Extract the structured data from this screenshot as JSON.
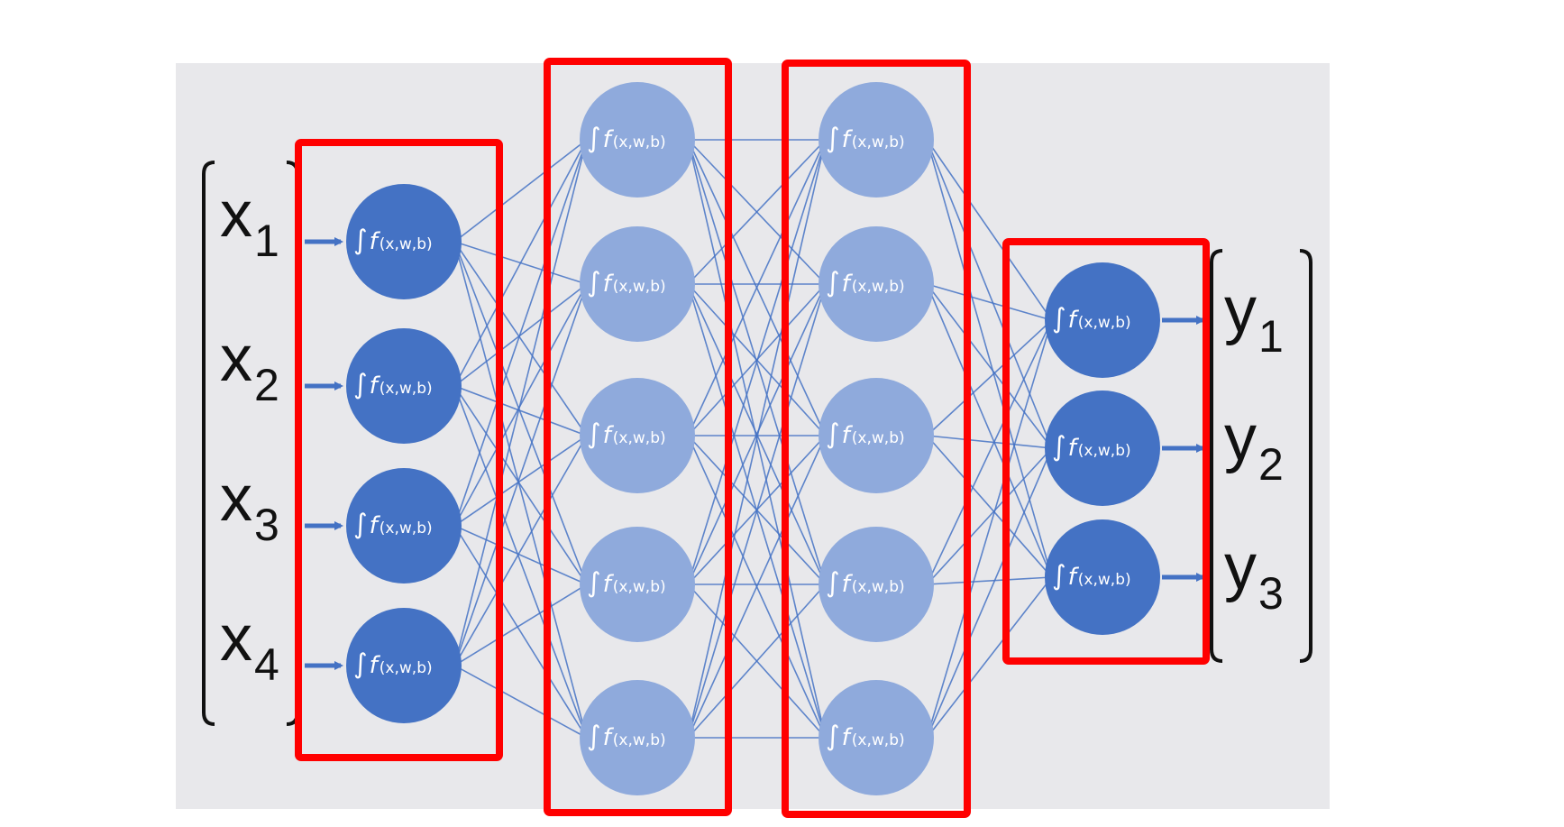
{
  "diagram": {
    "colors": {
      "background_panel": "#e8e8eb",
      "dark_node": "#4472c4",
      "light_node": "#8faadc",
      "edge": "#4472c4",
      "highlight_box": "#ff0000",
      "text": "#111111"
    },
    "node_label": {
      "integral": "∫",
      "f": "f",
      "args": "(x,w,b)"
    },
    "inputs": [
      {
        "base": "x",
        "sub": "1"
      },
      {
        "base": "x",
        "sub": "2"
      },
      {
        "base": "x",
        "sub": "3"
      },
      {
        "base": "x",
        "sub": "4"
      }
    ],
    "outputs": [
      {
        "base": "y",
        "sub": "1"
      },
      {
        "base": "y",
        "sub": "2"
      },
      {
        "base": "y",
        "sub": "3"
      }
    ],
    "layers": [
      {
        "name": "input-layer",
        "nodes": 4,
        "shade": "dark"
      },
      {
        "name": "hidden-layer-1",
        "nodes": 5,
        "shade": "light"
      },
      {
        "name": "hidden-layer-2",
        "nodes": 5,
        "shade": "light"
      },
      {
        "name": "output-layer",
        "nodes": 3,
        "shade": "dark"
      }
    ]
  }
}
